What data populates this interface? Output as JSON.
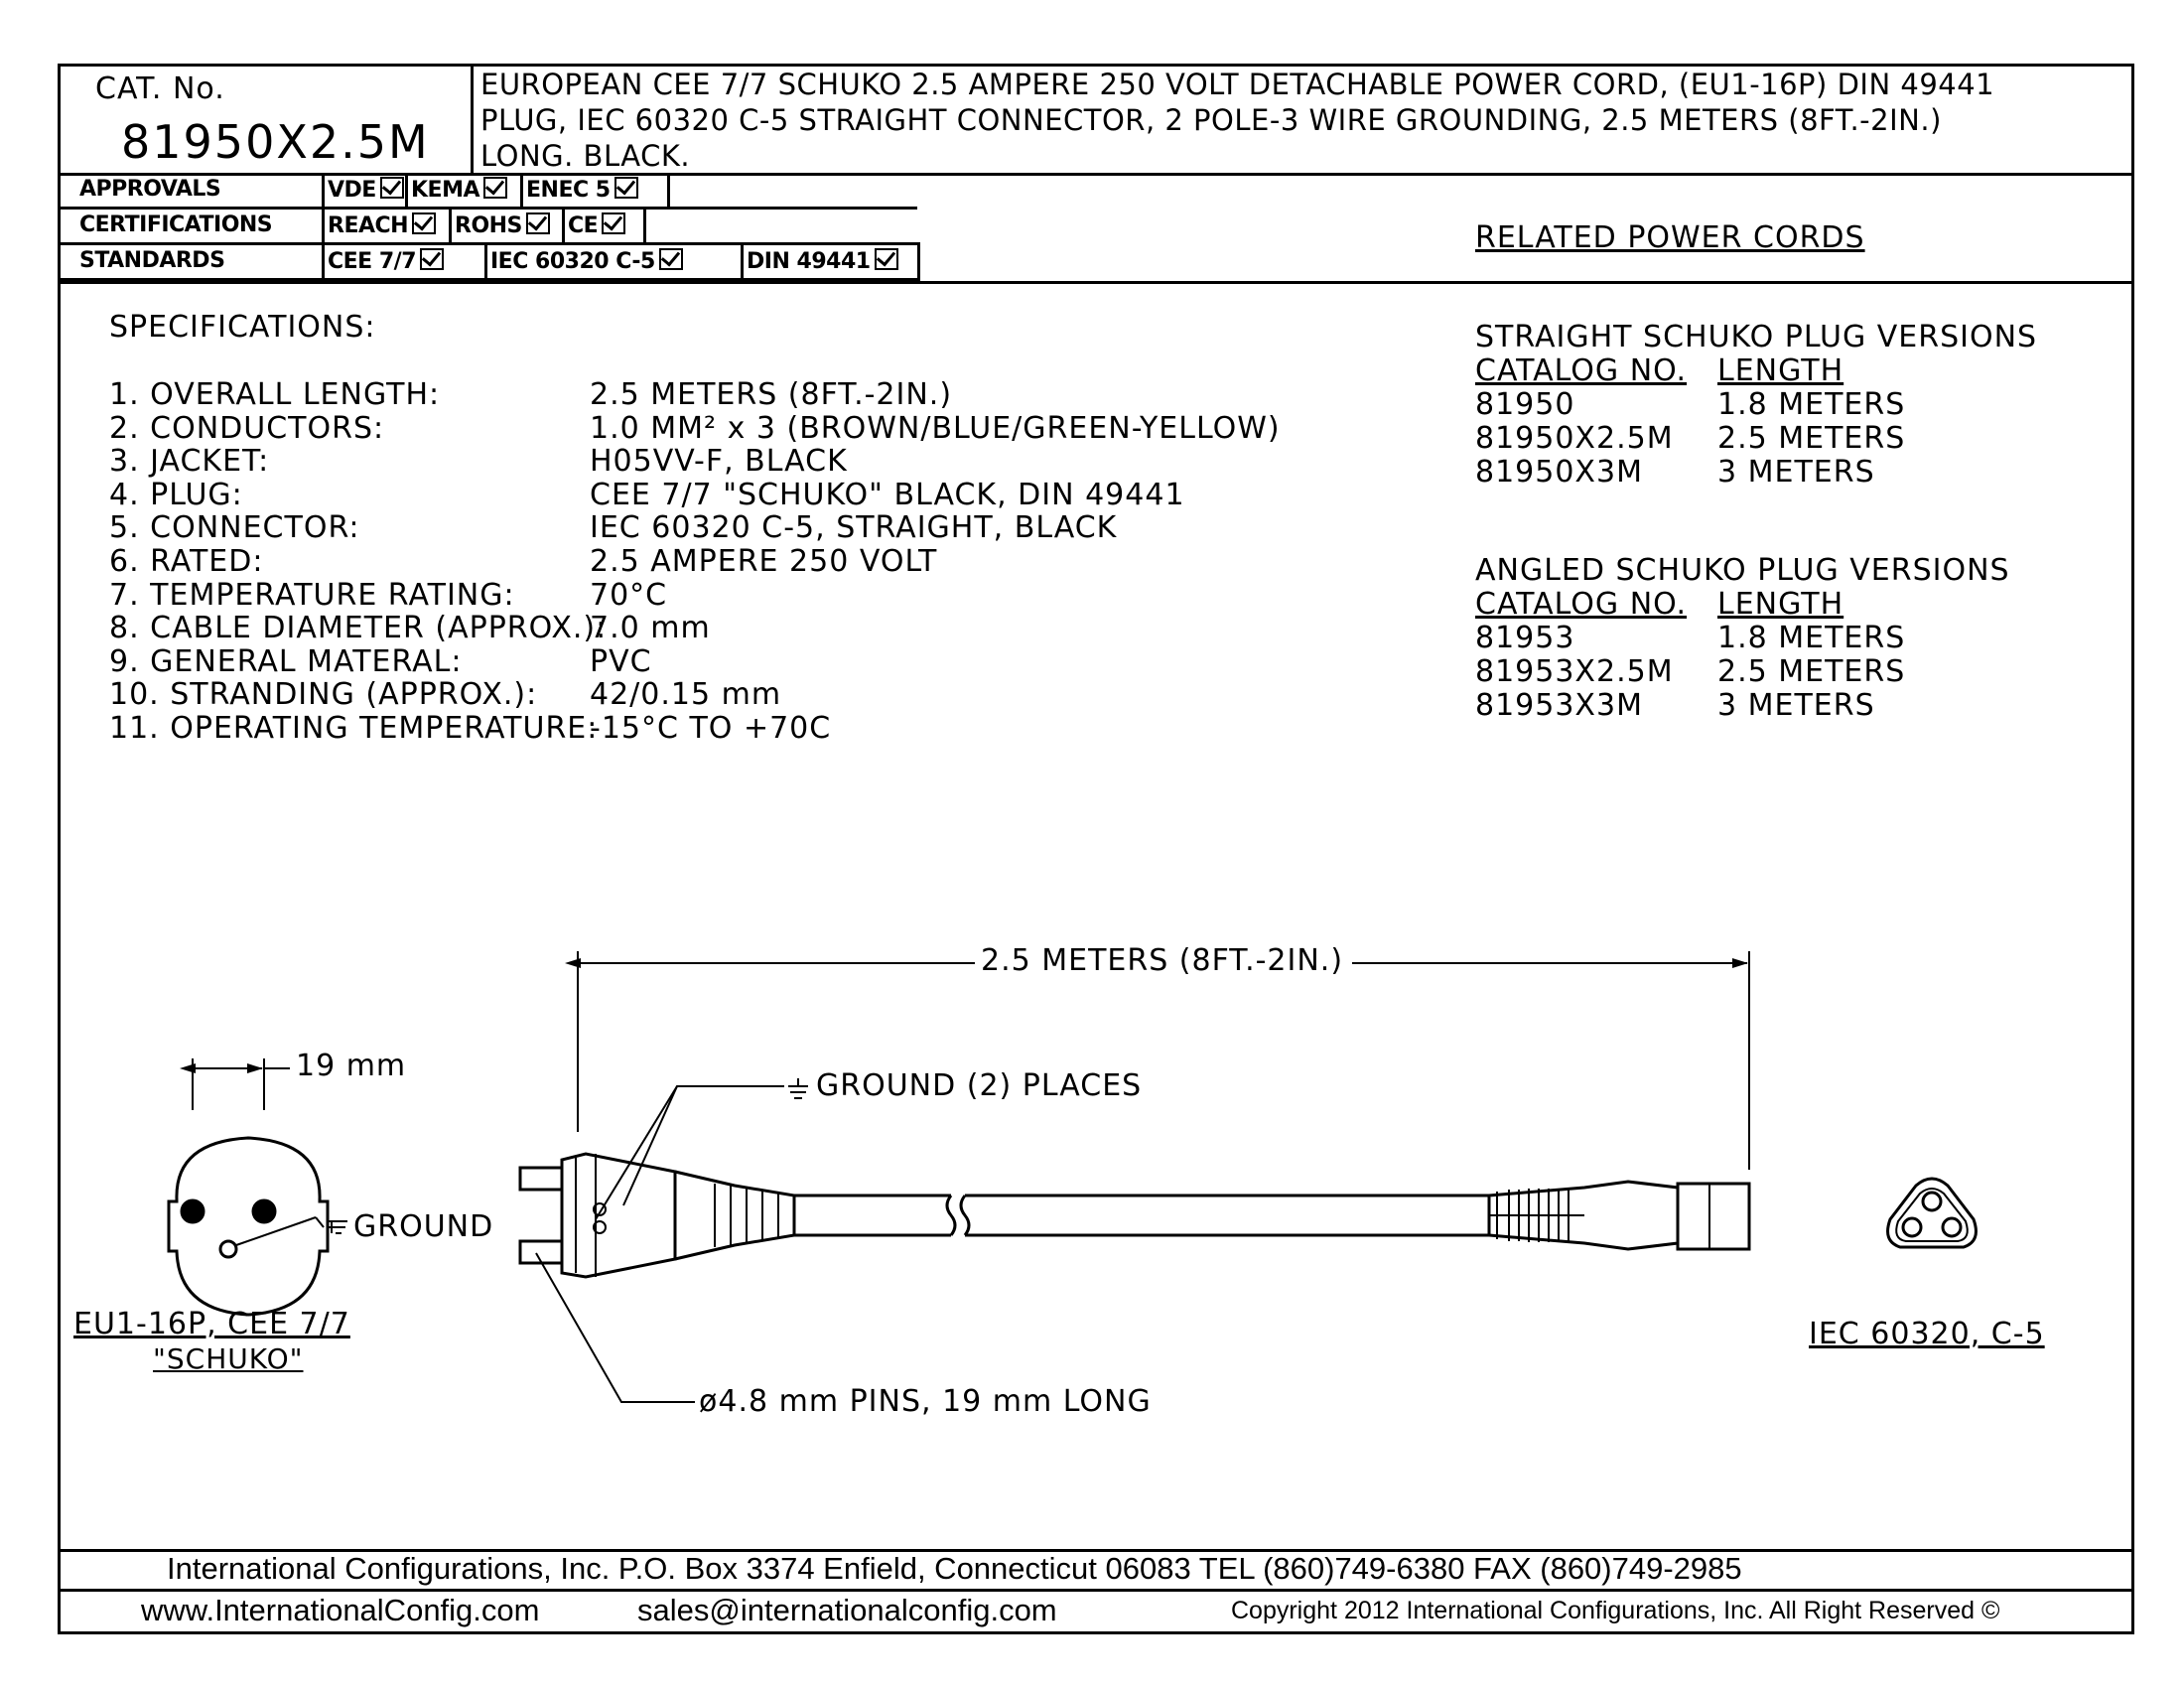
{
  "header": {
    "cat_label": "CAT. No.",
    "cat_number": "81950X2.5M",
    "description_lines": [
      "EUROPEAN CEE 7/7 SCHUKO 2.5 AMPERE 250 VOLT DETACHABLE POWER CORD, (EU1-16P) DIN 49441",
      "PLUG, IEC 60320 C-5 STRAIGHT CONNECTOR, 2 POLE-3 WIRE GROUNDING, 2.5 METERS (8FT.-2IN.)",
      "LONG. BLACK."
    ]
  },
  "compliance": [
    {
      "label": "APPROVALS",
      "items": [
        "VDE",
        "KEMA",
        "ENEC 5"
      ]
    },
    {
      "label": "CERTIFICATIONS",
      "items": [
        "REACH",
        "ROHS",
        "CE"
      ]
    },
    {
      "label": "STANDARDS",
      "items": [
        "CEE 7/7",
        "IEC 60320 C-5",
        "DIN 49441"
      ]
    }
  ],
  "specs": {
    "title": "SPECIFICATIONS:",
    "rows": [
      {
        "label": "1. OVERALL LENGTH:",
        "value": "2.5 METERS (8FT.-2IN.)"
      },
      {
        "label": "2. CONDUCTORS:",
        "value": "1.0 MM² x 3 (BROWN/BLUE/GREEN-YELLOW)"
      },
      {
        "label": "3. JACKET:",
        "value": "H05VV-F, BLACK"
      },
      {
        "label": "4. PLUG:",
        "value": "CEE 7/7 \"SCHUKO\" BLACK, DIN 49441"
      },
      {
        "label": "5. CONNECTOR:",
        "value": "IEC 60320 C-5, STRAIGHT, BLACK"
      },
      {
        "label": "6. RATED:",
        "value": "2.5 AMPERE 250 VOLT"
      },
      {
        "label": "7. TEMPERATURE RATING:",
        "value": "70°C"
      },
      {
        "label": "8. CABLE DIAMETER (APPROX.):",
        "value": "7.0 mm"
      },
      {
        "label": "9. GENERAL MATERAL:",
        "value": "PVC"
      },
      {
        "label": "10. STRANDING (APPROX.):",
        "value": "42/0.15 mm"
      },
      {
        "label": "11. OPERATING TEMPERATURE:",
        "value": "-15°C TO +70C"
      }
    ]
  },
  "related": {
    "title": "RELATED POWER CORDS",
    "groups": [
      {
        "heading": "STRAIGHT SCHUKO PLUG VERSIONS",
        "col1": "CATALOG NO.",
        "col2": "LENGTH",
        "rows": [
          {
            "cat": "81950",
            "length": "1.8 METERS"
          },
          {
            "cat": "81950X2.5M",
            "length": "2.5 METERS"
          },
          {
            "cat": "81950X3M",
            "length": "3 METERS"
          }
        ]
      },
      {
        "heading": "ANGLED SCHUKO PLUG VERSIONS",
        "col1": "CATALOG NO.",
        "col2": "LENGTH",
        "rows": [
          {
            "cat": "81953",
            "length": "1.8 METERS"
          },
          {
            "cat": "81953X2.5M",
            "length": "2.5 METERS"
          },
          {
            "cat": "81953X3M",
            "length": "3 METERS"
          }
        ]
      }
    ]
  },
  "drawing": {
    "length_label": "2.5 METERS (8FT.-2IN.)",
    "pin_spacing": "19 mm",
    "ground_label": "GROUND",
    "ground_places": "GROUND (2) PLACES",
    "pins_label": "ø4.8 mm PINS, 19 mm LONG",
    "plug_caption_1": "EU1-16P, CEE 7/7",
    "plug_caption_2": "\"SCHUKO\"",
    "connector_caption": "IEC 60320, C-5"
  },
  "footer": {
    "line1": "International Configurations, Inc.   P.O. Box 3374   Enfield, Connecticut 06083   TEL (860)749-6380   FAX (860)749-2985",
    "website": "www.InternationalConfig.com",
    "email": "sales@internationalconfig.com",
    "copyright": "Copyright 2012 International Configurations, Inc. All Right Reserved ©"
  }
}
